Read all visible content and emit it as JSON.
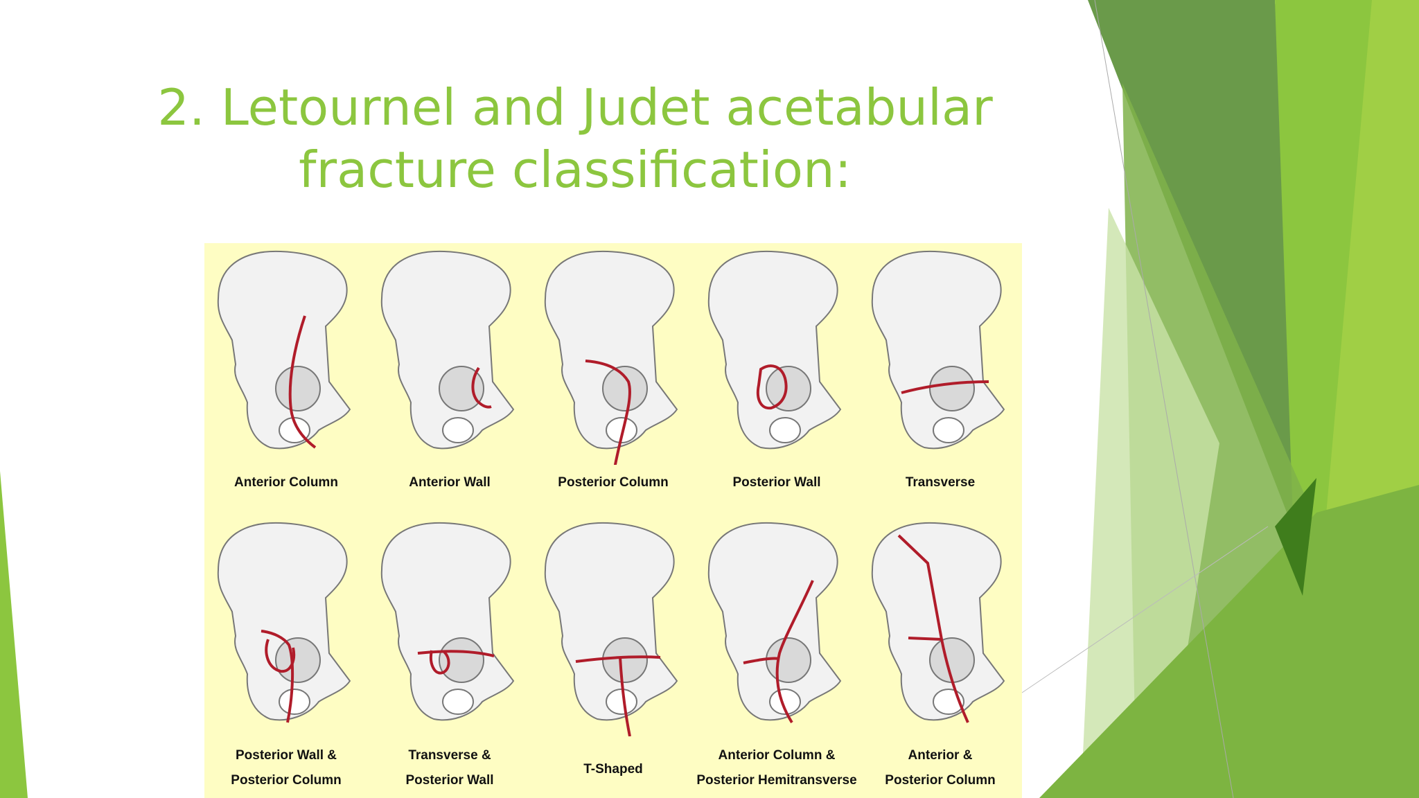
{
  "title": {
    "line1": "2. Letournel and Judet acetabular",
    "line2": "fracture classification:"
  },
  "figure": {
    "row1": [
      {
        "label1": "Anterior Column",
        "label2": ""
      },
      {
        "label1": "Anterior Wall",
        "label2": ""
      },
      {
        "label1": "Posterior Column",
        "label2": ""
      },
      {
        "label1": "Posterior Wall",
        "label2": ""
      },
      {
        "label1": "Transverse",
        "label2": ""
      }
    ],
    "row2": [
      {
        "label1": "Posterior Wall &",
        "label2": "Posterior Column"
      },
      {
        "label1": "Transverse &",
        "label2": "Posterior Wall"
      },
      {
        "label1": "T-Shaped",
        "label2": ""
      },
      {
        "label1": "Anterior Column &",
        "label2": "Posterior Hemitransverse"
      },
      {
        "label1": "Anterior &",
        "label2": "Posterior Column"
      }
    ]
  },
  "colors": {
    "title": "#8cc63f",
    "figure_background": "#fefdc3",
    "fracture_line": "#b01c2a",
    "accent_dark": "#4e8a22",
    "accent_light": "#8cc63f"
  }
}
